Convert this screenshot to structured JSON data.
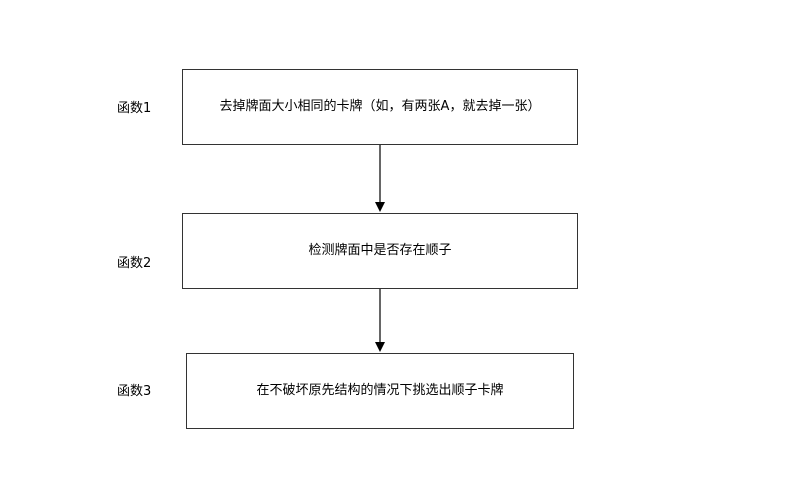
{
  "diagram": {
    "rows": [
      {
        "label": "函数1",
        "text": "去掉牌面大小相同的卡牌（如，有两张A，就去掉一张）"
      },
      {
        "label": "函数2",
        "text": "检测牌面中是否存在顺子"
      },
      {
        "label": "函数3",
        "text": "在不破坏原先结构的情况下挑选出顺子卡牌"
      }
    ],
    "colors": {
      "stroke": "#333333",
      "arrow": "#000000",
      "background": "#ffffff"
    }
  }
}
